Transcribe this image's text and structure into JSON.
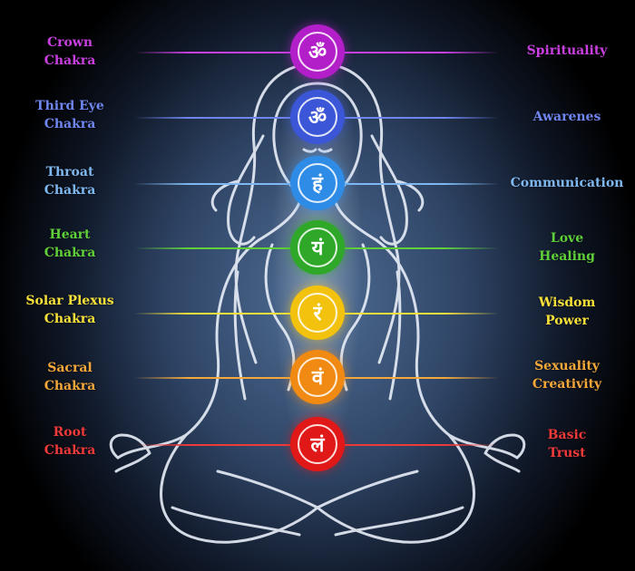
{
  "chakras": [
    {
      "name_line1": "Crown",
      "name_line2": "Chakra",
      "meaning_line1": "Spirituality",
      "meaning_line2": "",
      "color": "#b21fc9",
      "label_color": "#c93fe0",
      "glyph": "ॐ",
      "icon": "crown-chakra-symbol-icon"
    },
    {
      "name_line1": "Third Eye",
      "name_line2": "Chakra",
      "meaning_line1": "Awarenes",
      "meaning_line2": "",
      "color": "#3b56d6",
      "label_color": "#6f86f0",
      "glyph": "ॐ",
      "icon": "third-eye-chakra-symbol-icon"
    },
    {
      "name_line1": "Throat",
      "name_line2": "Chakra",
      "meaning_line1": "Communication",
      "meaning_line2": "",
      "color": "#2f8ce6",
      "label_color": "#7fb8f0",
      "glyph": "हं",
      "icon": "throat-chakra-symbol-icon"
    },
    {
      "name_line1": "Heart",
      "name_line2": "Chakra",
      "meaning_line1": "Love",
      "meaning_line2": "Healing",
      "color": "#2fa82a",
      "label_color": "#5fcf3a",
      "glyph": "यं",
      "icon": "heart-chakra-symbol-icon"
    },
    {
      "name_line1": "Solar Plexus",
      "name_line2": "Chakra",
      "meaning_line1": "Wisdom",
      "meaning_line2": "Power",
      "color": "#f2c20f",
      "label_color": "#f7e03a",
      "glyph": "रं",
      "icon": "solar-plexus-chakra-symbol-icon"
    },
    {
      "name_line1": "Sacral",
      "name_line2": "Chakra",
      "meaning_line1": "Sexuality",
      "meaning_line2": "Creativity",
      "color": "#f08a12",
      "label_color": "#f4a83a",
      "glyph": "वं",
      "icon": "sacral-chakra-symbol-icon"
    },
    {
      "name_line1": "Root",
      "name_line2": "Chakra",
      "meaning_line1": "Basic",
      "meaning_line2": "Trust",
      "color": "#e01818",
      "label_color": "#ef3a3a",
      "glyph": "लं",
      "icon": "root-chakra-symbol-icon"
    }
  ]
}
